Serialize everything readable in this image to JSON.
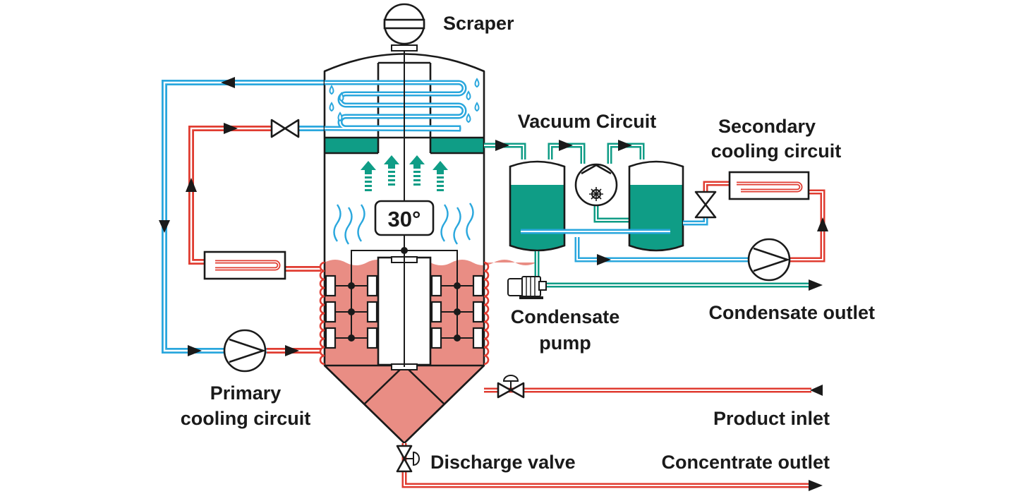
{
  "labels": {
    "scraper": "Scraper",
    "vacuum_circuit": "Vacuum Circuit",
    "secondary_line1": "Secondary",
    "secondary_line2": "cooling circuit",
    "condensate_pump_line1": "Condensate",
    "condensate_pump_line2": "pump",
    "condensate_outlet": "Condensate outlet",
    "primary_line1": "Primary",
    "primary_line2": "cooling circuit",
    "product_inlet": "Product inlet",
    "discharge_valve": "Discharge valve",
    "concentrate_outlet": "Concentrate outlet",
    "temperature": "30°"
  },
  "colors": {
    "hot_line": "#e03c31",
    "cold_line": "#2aa7dd",
    "vacuum_line": "#109c86",
    "condensate_fill": "#0f9d86",
    "product_fill": "#e98d84",
    "outline": "#1a1a1a"
  },
  "icons": [
    "scraper-motor-icon",
    "gate-valve-icon",
    "pump-icon",
    "vacuum-pump-icon",
    "heat-exchanger-icon",
    "discharge-valve-icon",
    "flow-arrow-icon",
    "vapor-arrow-icon",
    "droplet-icon"
  ]
}
